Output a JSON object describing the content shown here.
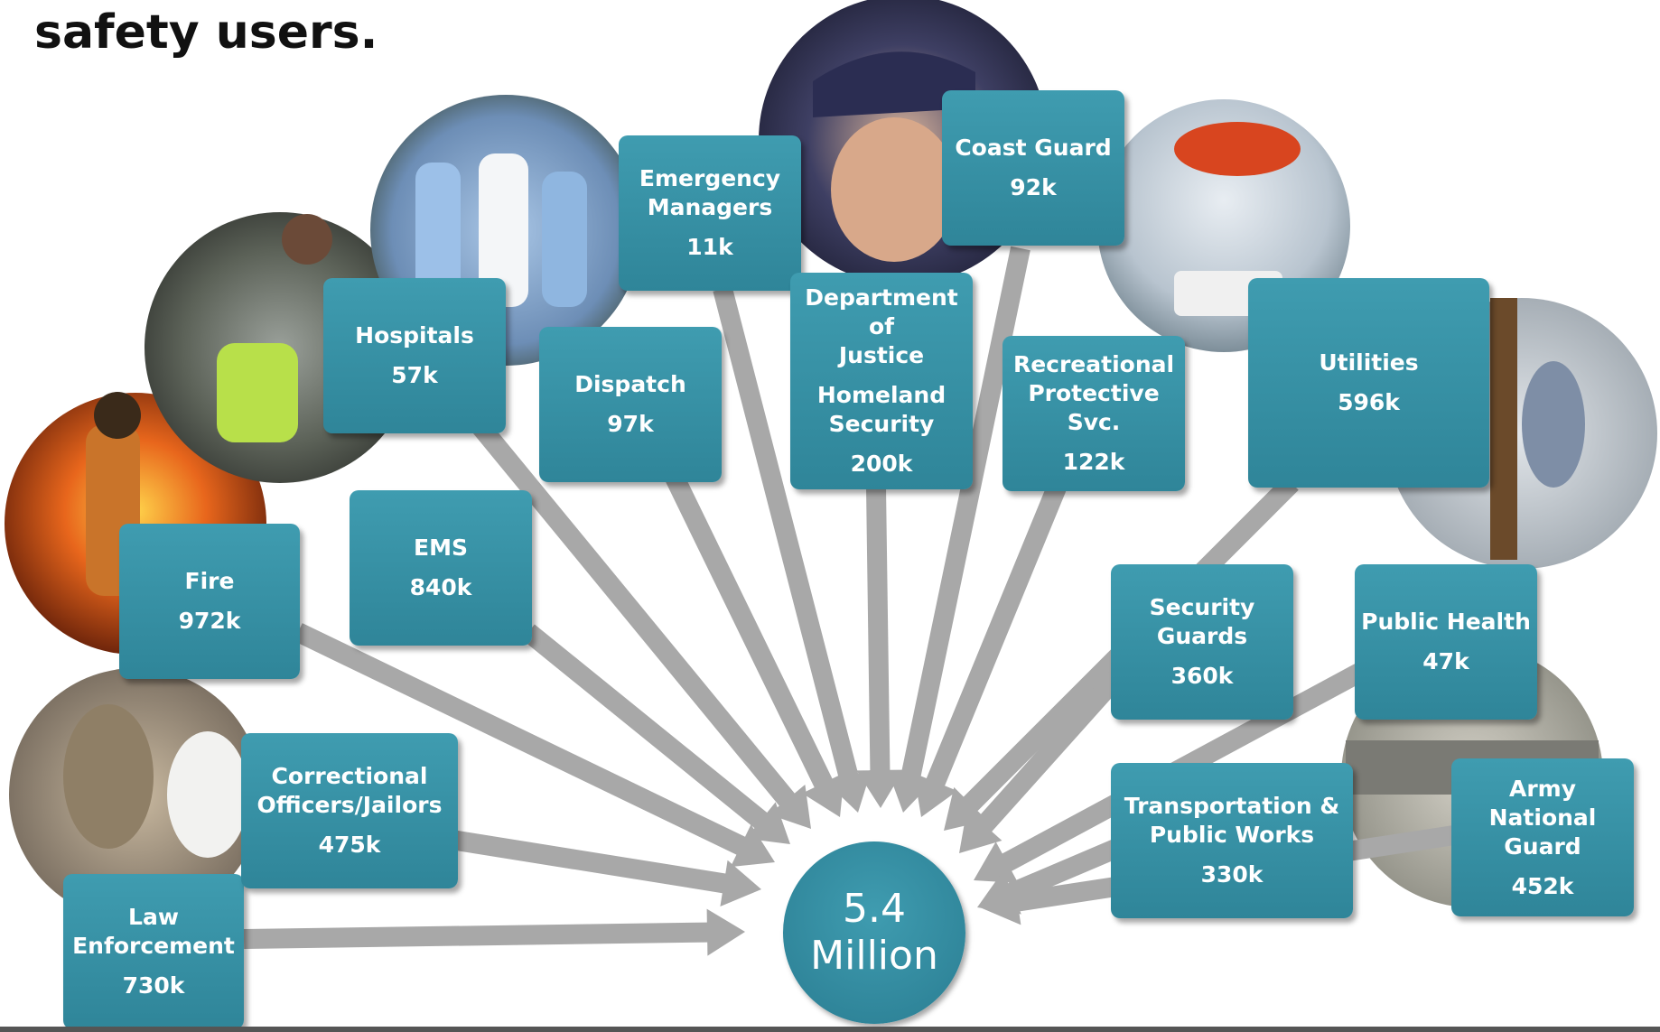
{
  "headline": "safety users.",
  "total": {
    "line1": "5.4",
    "line2": "Million"
  },
  "nodes": [
    {
      "id": "law-enforcement",
      "label": "Law\nEnforcement",
      "value": "730k",
      "photo": "police-officer"
    },
    {
      "id": "correctional-officers",
      "label": "Correctional\nOfficers/Jailors",
      "value": "475k"
    },
    {
      "id": "fire",
      "label": "Fire",
      "value": "972k",
      "photo": "firefighter"
    },
    {
      "id": "ems",
      "label": "EMS",
      "value": "840k",
      "photo": "paramedics"
    },
    {
      "id": "hospitals",
      "label": "Hospitals",
      "value": "57k",
      "photo": "nurses"
    },
    {
      "id": "dispatch",
      "label": "Dispatch",
      "value": "97k"
    },
    {
      "id": "emergency-managers",
      "label": "Emergency\nManagers",
      "value": "11k"
    },
    {
      "id": "doj-homeland",
      "label": "Department of\nJustice",
      "sub": "Homeland\nSecurity",
      "value": "200k",
      "photo": "fbi-agent"
    },
    {
      "id": "coast-guard",
      "label": "Coast Guard",
      "value": "92k",
      "photo": "helicopter-ship"
    },
    {
      "id": "recreational",
      "label": "Recreational\nProtective Svc.",
      "value": "122k"
    },
    {
      "id": "utilities",
      "label": "Utilities",
      "value": "596k",
      "photo": "lineman"
    },
    {
      "id": "security-guards",
      "label": "Security\nGuards",
      "value": "360k"
    },
    {
      "id": "public-health",
      "label": "Public Health",
      "value": "47k"
    },
    {
      "id": "transportation",
      "label": "Transportation &\nPublic Works",
      "value": "330k"
    },
    {
      "id": "army-national-guard",
      "label": "Army National\nGuard",
      "value": "452k",
      "photo": "street-scene"
    }
  ],
  "colors": {
    "box": "#3391a6",
    "arrow": "#a8a8a8",
    "center": "#3391a6"
  }
}
